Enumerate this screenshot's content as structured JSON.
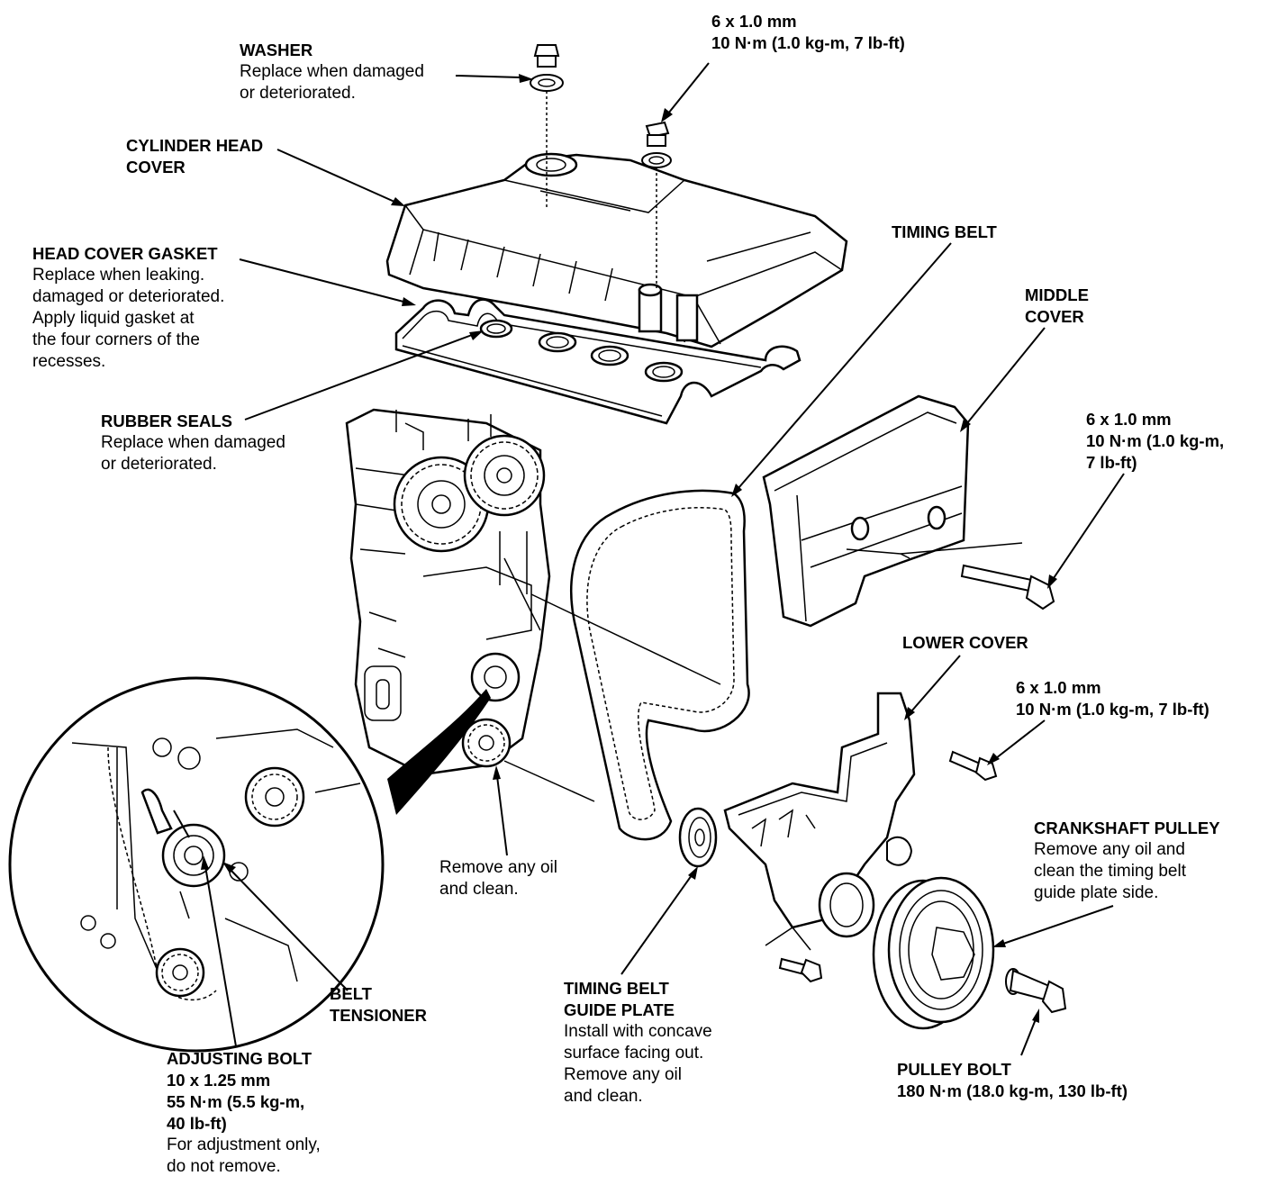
{
  "labels": {
    "washer": {
      "title": "WASHER",
      "desc": [
        "Replace when damaged",
        "or deteriorated."
      ]
    },
    "top_bolt": {
      "spec": [
        "6 x 1.0 mm",
        "10 N·m (1.0 kg-m, 7 lb-ft)"
      ]
    },
    "cylinder_head_cover": {
      "title": [
        "CYLINDER HEAD",
        "COVER"
      ]
    },
    "head_cover_gasket": {
      "title": "HEAD COVER GASKET",
      "desc": [
        "Replace when leaking.",
        "damaged or deteriorated.",
        "Apply liquid gasket at",
        "the four corners of the",
        "recesses."
      ]
    },
    "timing_belt": {
      "title": "TIMING BELT"
    },
    "middle_cover": {
      "title": [
        "MIDDLE",
        "COVER"
      ]
    },
    "middle_bolt": {
      "spec": [
        "6 x 1.0 mm",
        "10 N·m (1.0 kg-m,",
        "7 lb-ft)"
      ]
    },
    "rubber_seals": {
      "title": "RUBBER SEALS",
      "desc": [
        "Replace when damaged",
        "or deteriorated."
      ]
    },
    "lower_cover": {
      "title": "LOWER COVER"
    },
    "lower_bolt": {
      "spec": [
        "6 x 1.0 mm",
        "10 N·m (1.0 kg-m, 7 lb-ft)"
      ]
    },
    "crankshaft_pulley": {
      "title": "CRANKSHAFT PULLEY",
      "desc": [
        "Remove any oil and",
        "clean the timing belt",
        "guide plate side."
      ]
    },
    "remove_oil": {
      "desc": [
        "Remove any oil",
        "and clean."
      ]
    },
    "belt_tensioner": {
      "title": [
        "BELT",
        "TENSIONER"
      ]
    },
    "timing_belt_guide_plate": {
      "title": [
        "TIMING BELT",
        "GUIDE PLATE"
      ],
      "desc": [
        "Install with concave",
        "surface facing out.",
        "Remove any oil",
        "and clean."
      ]
    },
    "pulley_bolt": {
      "title": "PULLEY BOLT",
      "spec": "180 N·m (18.0 kg-m, 130 lb-ft)"
    },
    "adjusting_bolt": {
      "title": "ADJUSTING BOLT",
      "spec": [
        "10 x 1.25 mm",
        "55 N·m (5.5 kg-m,",
        "40 lb-ft)"
      ],
      "desc": [
        "For adjustment only,",
        "do not remove."
      ]
    }
  },
  "colors": {
    "line": "#000000",
    "background": "#ffffff"
  }
}
